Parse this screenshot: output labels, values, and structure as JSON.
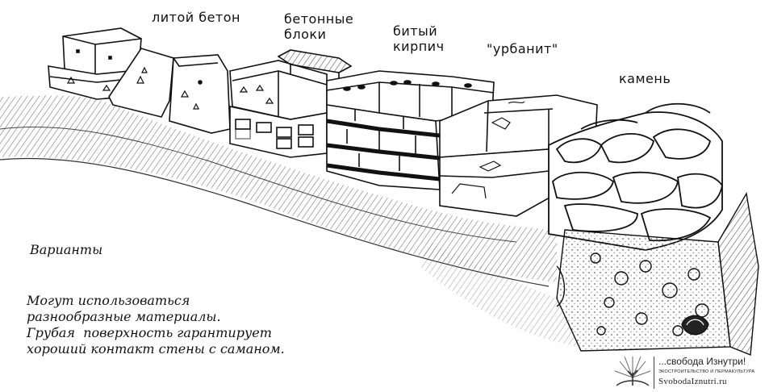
{
  "labels": {
    "cast_concrete": "литой бетон",
    "concrete_blocks": "бетонные\nблоки",
    "broken_brick": "битый\nкирпич",
    "urbanite": "\"урбанит\"",
    "stone": "камень"
  },
  "caption": {
    "variants": "Варианты",
    "lines": [
      "Могут использоваться",
      "разнообразные материалы.",
      "Грубая  поверхность гарантирует",
      "хороший контакт стены с саманом."
    ]
  },
  "logo": {
    "line1": "...свобода Изнутри!",
    "line2": "ЭКОСТРОИТЕЛЬСТВО И ПЕРМАКУЛЬТУРА",
    "line3": "SvobodaIznutri.ru"
  }
}
